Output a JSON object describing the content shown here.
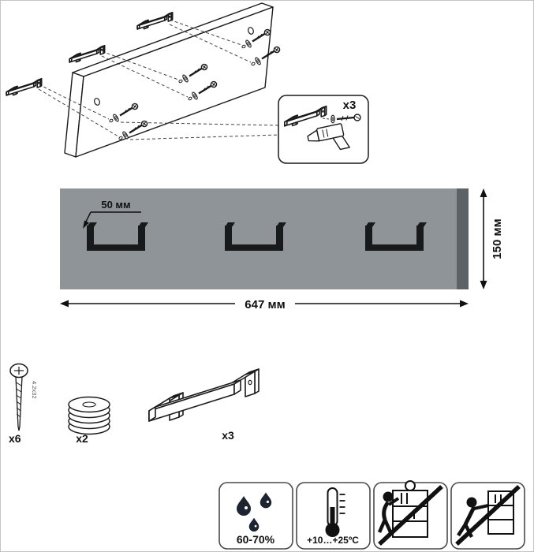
{
  "colors": {
    "panel": "#8e9497",
    "panel_edge": "#5c6266",
    "hook_black": "#17191b",
    "line": "#1a1a1a"
  },
  "exploded_view": {
    "callout_count": "x3"
  },
  "dimensions": {
    "hook_offset": "50 мм",
    "panel_width": "647 мм",
    "panel_height": "150 мм"
  },
  "hardware": [
    {
      "name": "screw",
      "icon": "screw-icon",
      "count": "x6",
      "size": "4.2x32"
    },
    {
      "name": "washer-stack",
      "icon": "washer-stack-icon",
      "count": "x2"
    },
    {
      "name": "hook",
      "icon": "hook-icon",
      "count": "x3"
    }
  ],
  "conditions": [
    {
      "icon": "water-drops-icon",
      "label": "60-70%"
    },
    {
      "icon": "thermometer-icon",
      "label": "+10…+25ºC"
    },
    {
      "icon": "no-climbing-icon",
      "label": ""
    },
    {
      "icon": "no-tipping-icon",
      "label": ""
    }
  ]
}
